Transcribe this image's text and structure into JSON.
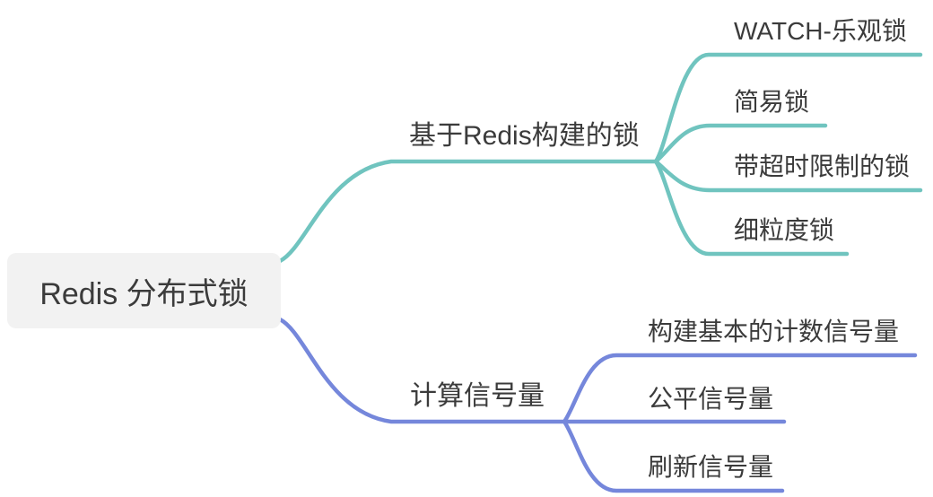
{
  "colors": {
    "root_box_bg": "#F2F2F2",
    "text": "#3B3B3B"
  },
  "root": {
    "label": "Redis 分布式锁"
  },
  "branches": [
    {
      "label": "基于Redis构建的锁",
      "color": "#70C4BF",
      "children": [
        "WATCH-乐观锁",
        "简易锁",
        "带超时限制的锁",
        "细粒度锁"
      ]
    },
    {
      "label": "计算信号量",
      "color": "#7587DB",
      "children": [
        "构建基本的计数信号量",
        "公平信号量",
        "刷新信号量"
      ]
    }
  ]
}
